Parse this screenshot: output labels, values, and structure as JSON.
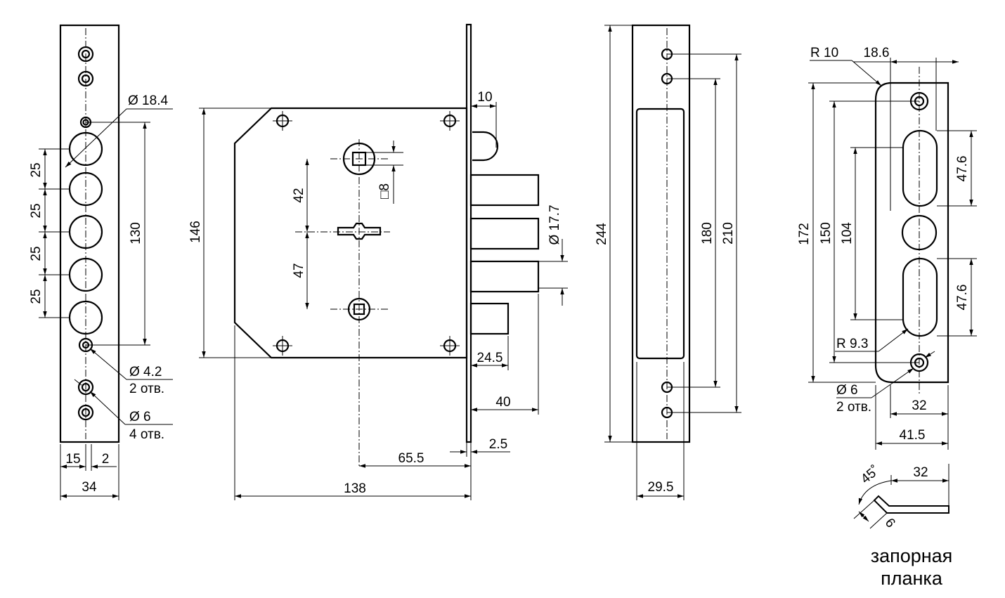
{
  "views": {
    "faceplate": {
      "dims": {
        "d18_4": "Ø 18.4",
        "pitch": "25",
        "d130": "130",
        "d4_2": "Ø 4.2",
        "holes2": "2 отв.",
        "d6": "Ø 6",
        "holes4": "4 отв.",
        "d15": "15",
        "d2": "2",
        "d34": "34"
      }
    },
    "lock_body": {
      "dims": {
        "d146": "146",
        "d42": "42",
        "d47": "47",
        "sq8": "□8",
        "d10": "10",
        "d17_7": "Ø 17.7",
        "d24_5": "24.5",
        "d40": "40",
        "d2_5": "2.5",
        "d65_5": "65.5",
        "d138": "138"
      }
    },
    "side": {
      "dims": {
        "d244": "244",
        "d180": "180",
        "d210": "210",
        "d29_5": "29.5"
      }
    },
    "strike_plate": {
      "dims": {
        "r10": "R 10",
        "d18_6": "18.6",
        "d172": "172",
        "d150": "150",
        "d104": "104",
        "d47_6a": "47.6",
        "d47_6b": "47.6",
        "r9_3": "R 9.3",
        "d6": "Ø 6",
        "holes2": "2 отв.",
        "d32": "32",
        "d41_5": "41.5"
      },
      "profile": {
        "angle": "45˚",
        "d32": "32",
        "d6": "6"
      },
      "caption": {
        "line1": "запорная",
        "line2": "планка"
      }
    }
  }
}
